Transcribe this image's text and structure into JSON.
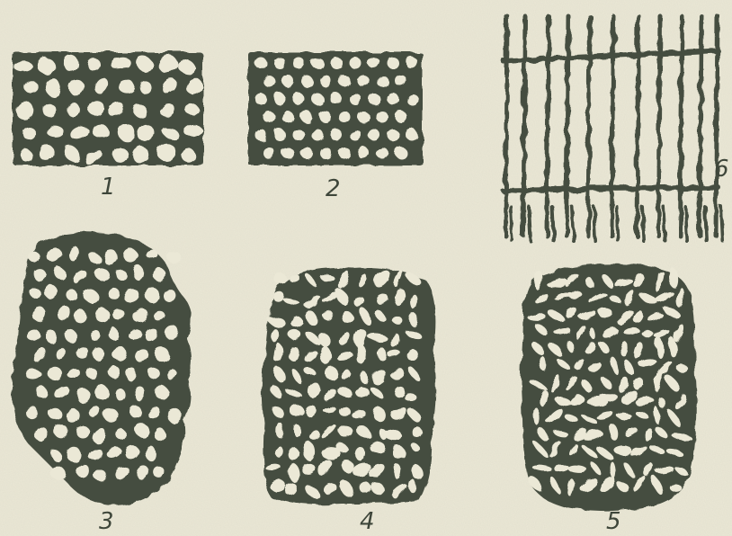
{
  "figures": [
    {
      "label": "1"
    },
    {
      "label": "2"
    },
    {
      "label": "3"
    },
    {
      "label": "4"
    },
    {
      "label": "5"
    },
    {
      "label": "6"
    }
  ],
  "colors": {
    "paper": "#ebe8d6",
    "ink": "#454d41"
  }
}
